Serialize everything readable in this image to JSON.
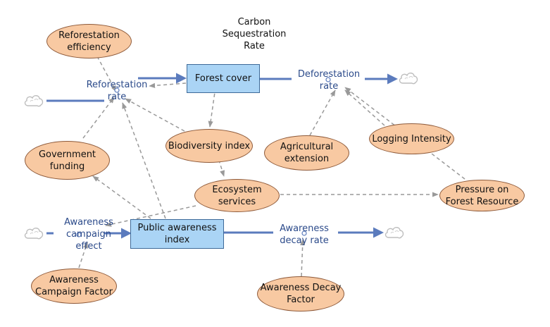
{
  "stocks": {
    "forest_cover": "Forest cover",
    "public_awareness": "Public awareness\nindex"
  },
  "rates": {
    "reforestation": "Reforestation\nrate",
    "deforestation": "Deforestation\nrate",
    "awareness_campaign": "Awareness\ncampaign\neffect",
    "awareness_decay": "Awareness\ndecay rate"
  },
  "auxiliaries": {
    "reforestation_efficiency": "Reforestation\nefficiency",
    "carbon_sequestration": "Carbon\nSequestration\nRate",
    "government_funding": "Government\nfunding",
    "biodiversity_index": "Biodiversity index",
    "agricultural_extension": "Agricultural\nextension",
    "logging_intensity": "Logging Intensity",
    "ecosystem_services": "Ecosystem\nservices",
    "pressure_on_forest": "Pressure on\nForest Resource",
    "awareness_campaign_factor": "Awareness\nCampaign Factor",
    "awareness_decay_factor": "Awareness Decay\nFactor"
  },
  "colors": {
    "stock_fill": "#aad4f5",
    "aux_fill": "#f8c9a2",
    "flow": "#5b7bbd",
    "link": "#999999",
    "rate_text": "#2b4a8a"
  }
}
